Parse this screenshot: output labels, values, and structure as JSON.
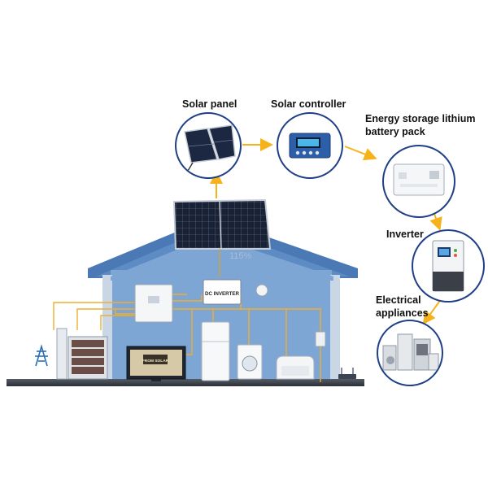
{
  "labels": {
    "solar_panel": "Solar panel",
    "solar_controller": "Solar controller",
    "battery_line1": "Energy storage lithium",
    "battery_line2": "battery pack",
    "inverter": "Inverter",
    "appliances_line1": "Electrical",
    "appliances_line2": "appliances"
  },
  "house": {
    "watermark": "115%",
    "dc_inverter_label": "DC INVERTER",
    "tv_text": "FROM SOLAR"
  },
  "colors": {
    "house_fill": "#7ea6d4",
    "roof_fill": "#4a79b5",
    "circle_border": "#1f3f86",
    "arrow": "#f5b21a",
    "wire": "#f0ad2f",
    "ground": "#3a3f47"
  },
  "icons": [
    "solar-panel-icon",
    "solar-controller-icon",
    "battery-pack-icon",
    "inverter-icon",
    "appliances-icon",
    "power-tower-icon"
  ]
}
